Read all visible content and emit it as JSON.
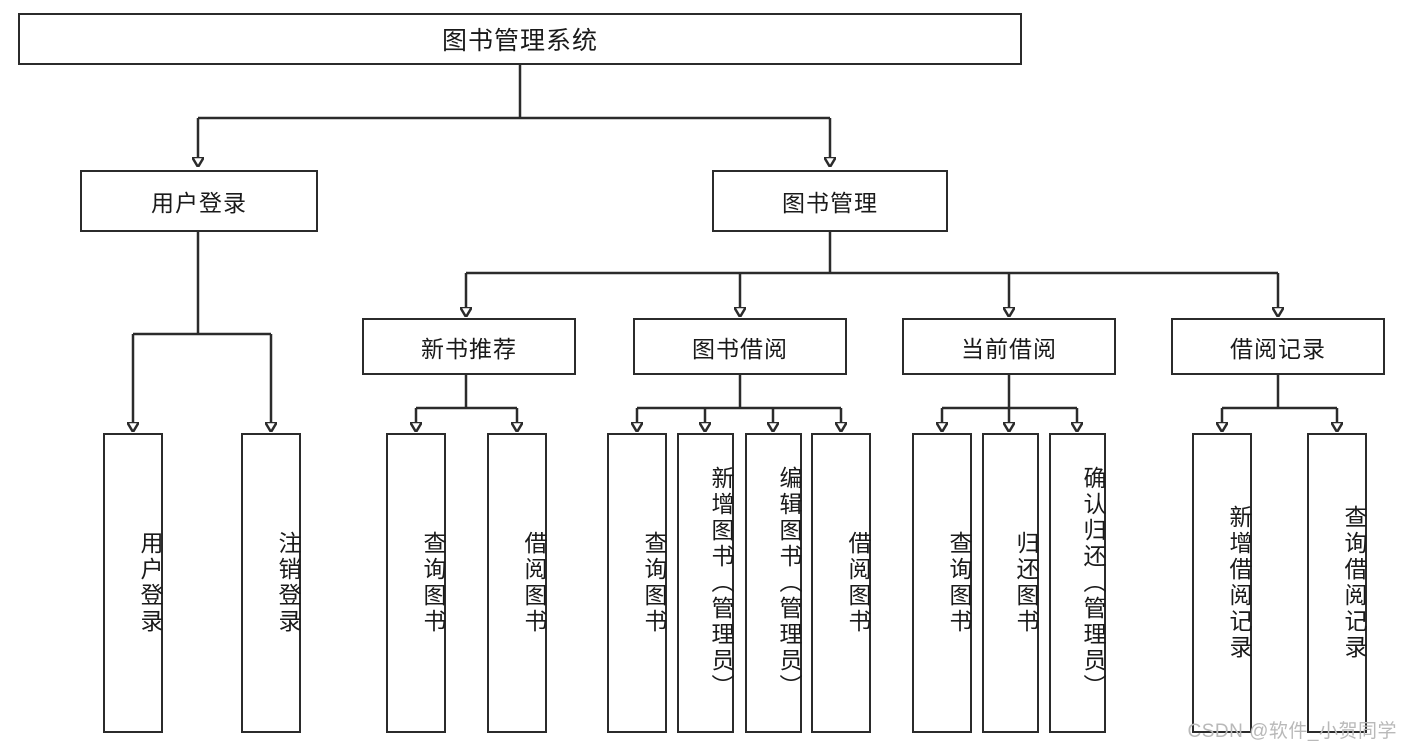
{
  "diagram": {
    "title": "图书管理系统",
    "type": "tree-hierarchy-diagram",
    "colors": {
      "stroke": "#2b2b2b",
      "fill": "#ffffff",
      "text": "#1a1a1a",
      "watermark": "#b9b9b9"
    },
    "root": {
      "label": "图书管理系统"
    },
    "level2": [
      {
        "id": "user-login",
        "label": "用户登录"
      },
      {
        "id": "book-management",
        "label": "图书管理"
      }
    ],
    "level3": [
      {
        "id": "new-book-recommend",
        "label": "新书推荐"
      },
      {
        "id": "book-borrow",
        "label": "图书借阅"
      },
      {
        "id": "current-borrow",
        "label": "当前借阅"
      },
      {
        "id": "borrow-record",
        "label": "借阅记录"
      }
    ],
    "leaves": {
      "user_login": [
        {
          "id": "leaf-user-login",
          "label": "用户登录"
        },
        {
          "id": "leaf-logout-login",
          "label": "注销登录"
        }
      ],
      "new_book_recommend": [
        {
          "id": "leaf-query-book-1",
          "label": "查询图书"
        },
        {
          "id": "leaf-borrow-book-1",
          "label": "借阅图书"
        }
      ],
      "book_borrow": [
        {
          "id": "leaf-query-book-2",
          "label": "查询图书"
        },
        {
          "id": "leaf-add-book",
          "label": "新增图书（管理员）"
        },
        {
          "id": "leaf-edit-book",
          "label": "编辑图书（管理员）"
        },
        {
          "id": "leaf-borrow-book-2",
          "label": "借阅图书"
        }
      ],
      "current_borrow": [
        {
          "id": "leaf-query-book-3",
          "label": "查询图书"
        },
        {
          "id": "leaf-return-book",
          "label": "归还图书"
        },
        {
          "id": "leaf-confirm-return",
          "label": "确认归还（管理员）"
        }
      ],
      "borrow_record": [
        {
          "id": "leaf-add-record",
          "label": "新增借阅记录"
        },
        {
          "id": "leaf-query-record",
          "label": "查询借阅记录"
        }
      ]
    },
    "watermark": "CSDN @软件_小贺同学"
  }
}
